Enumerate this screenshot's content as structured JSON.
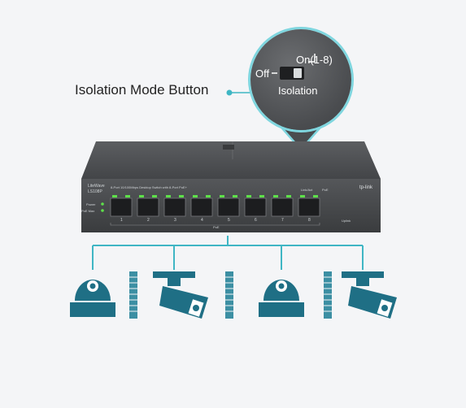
{
  "callout": {
    "label": "Isolation Mode Button",
    "on_label": "On(1-8)",
    "off_label": "Off",
    "isolation_label": "Isolation"
  },
  "device": {
    "brand": "tp-link",
    "model_small": "LiteWave",
    "model_name": "LS108P",
    "description": "8-Port 10/100Mbps Desktop Switch with 8-Port PoE+",
    "power_label": "Power",
    "poe_max_label": "PoE Max",
    "link_act_label": "Link/Act",
    "poe_header_label": "PoE",
    "poe_bottom_label": "PoE",
    "uplink_label": "Uplink",
    "ports": [
      "1",
      "2",
      "3",
      "4",
      "5",
      "6",
      "7",
      "8"
    ]
  },
  "colors": {
    "accent": "#3fb6c4",
    "camera": "#1f6f85",
    "wall": "#3c8fa3",
    "led_green": "#5ee04a",
    "switch_body": "#4a4c4f"
  },
  "icons": [
    "dome-camera-icon",
    "bullet-camera-icon",
    "brick-wall-icon"
  ]
}
